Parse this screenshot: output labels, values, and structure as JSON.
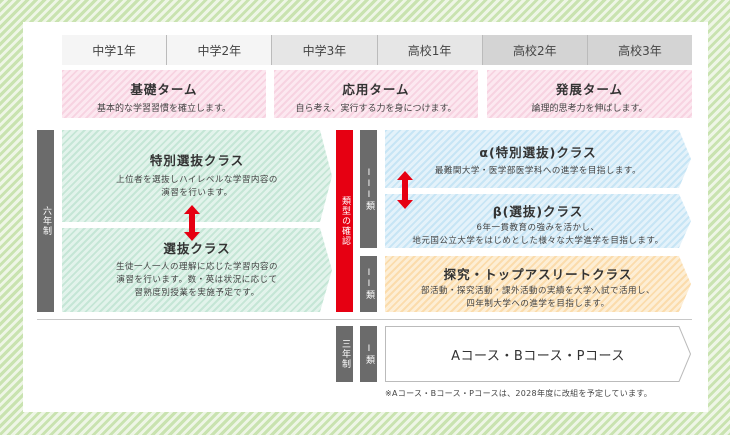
{
  "years": [
    "中学1年",
    "中学2年",
    "中学3年",
    "高校1年",
    "高校2年",
    "高校3年"
  ],
  "terms": [
    {
      "title": "基礎ターム",
      "desc": "基本的な学習習慣を確立します。"
    },
    {
      "title": "応用ターム",
      "desc": "自ら考え、実行する力を身につけます。"
    },
    {
      "title": "発展ターム",
      "desc": "論理的思考力を伸ばします。"
    }
  ],
  "labels": {
    "six_year": "六年制",
    "type_check": "類型の確認",
    "type3": "III類",
    "type2": "II類",
    "three_year": "三年制",
    "type1": "I類"
  },
  "six_year_classes": [
    {
      "title": "特別選抜クラス",
      "desc": [
        "上位者を選抜しハイレベルな学習内容の",
        "演習を行います。"
      ]
    },
    {
      "title": "選抜クラス",
      "desc": [
        "生徒一人一人の理解に応じた学習内容の",
        "演習を行います。数・英は状況に応じて",
        "習熟度別授業を実施予定です。"
      ]
    }
  ],
  "upper_classes": [
    {
      "title": "α(特別選抜)クラス",
      "desc": [
        "最難関大学・医学部医学科への進学を目指します。"
      ]
    },
    {
      "title": "β(選抜)クラス",
      "desc": [
        "6年一貫教育の強みを活かし、",
        "地元国公立大学をはじめとした様々な大学進学を目指します。"
      ]
    },
    {
      "title": "探究・トップアスリートクラス",
      "desc": [
        "部活動・探究活動・課外活動の実績を大学入試で活用し、",
        "四年制大学への進学を目指します。"
      ]
    }
  ],
  "three_year_course": "Aコース・Bコース・Pコース",
  "note": "※Aコース・Bコース・Pコースは、2028年度に改組を予定しています。",
  "colors": {
    "accent_red": "#e60012",
    "bar_gray": "#6b6b6b"
  }
}
